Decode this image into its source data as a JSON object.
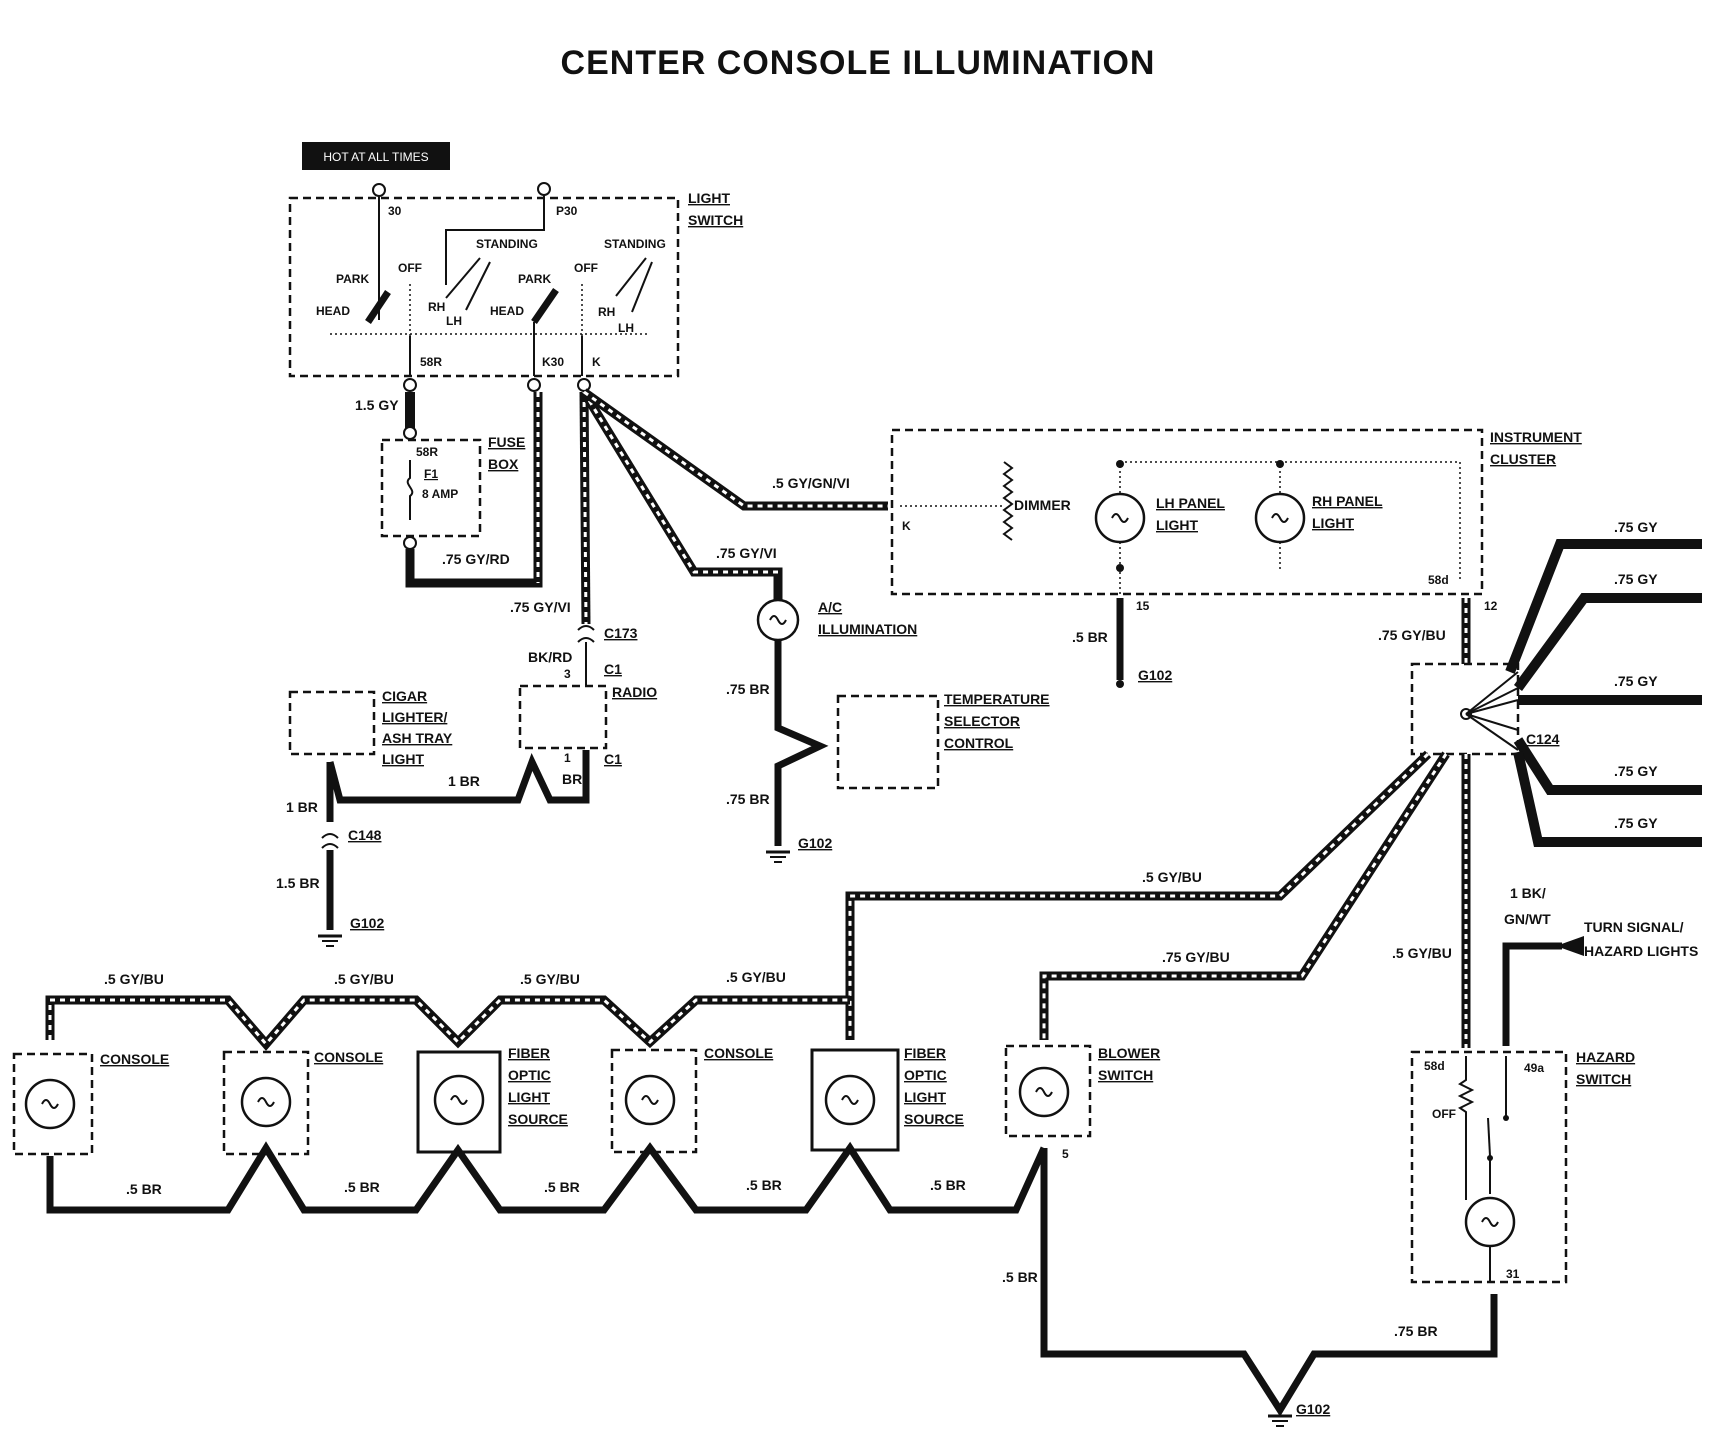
{
  "title": "CENTER CONSOLE ILLUMINATION",
  "hot_label": "HOT AT ALL TIMES",
  "light_switch": {
    "name_line1": "LIGHT",
    "name_line2": "SWITCH",
    "pin_30": "30",
    "pin_p30": "P30",
    "park": "PARK",
    "off": "OFF",
    "head": "HEAD",
    "standing": "STANDING",
    "rh": "RH",
    "lh": "LH",
    "pin_58r": "58R",
    "pin_k30": "K30",
    "pin_k": "K"
  },
  "fuse_box": {
    "name_line1": "FUSE",
    "name_line2": "BOX",
    "pin": "58R",
    "fuse": "F1",
    "rating": "8 AMP"
  },
  "instrument_cluster": {
    "name_line1": "INSTRUMENT",
    "name_line2": "CLUSTER",
    "dimmer": "DIMMER",
    "lh_line1": "LH PANEL",
    "lh_line2": "LIGHT",
    "rh_line1": "RH PANEL",
    "rh_line2": "LIGHT",
    "pin_k": "K",
    "pin_58d": "58d",
    "pin_15": "15",
    "pin_12": "12"
  },
  "components": {
    "ac_line1": "A/C",
    "ac_line2": "ILLUMINATION",
    "temp_line1": "TEMPERATURE",
    "temp_line2": "SELECTOR",
    "temp_line3": "CONTROL",
    "cigar_line1": "CIGAR",
    "cigar_line2": "LIGHTER/",
    "cigar_line3": "ASH TRAY",
    "cigar_line4": "LIGHT",
    "radio": "RADIO",
    "console": "CONSOLE",
    "fiber_line1": "FIBER",
    "fiber_line2": "OPTIC",
    "fiber_line3": "LIGHT",
    "fiber_line4": "SOURCE",
    "blower_line1": "BLOWER",
    "blower_line2": "SWITCH",
    "hazard_line1": "HAZARD",
    "hazard_line2": "SWITCH",
    "turn_line1": "TURN SIGNAL/",
    "turn_line2": "HAZARD LIGHTS",
    "hazard_58d": "58d",
    "hazard_49a": "49a",
    "hazard_off": "OFF",
    "hazard_31": "31",
    "pin_5": "5"
  },
  "connectors": {
    "c173": "C173",
    "c1": "C1",
    "c148": "C148",
    "c124": "C124",
    "g102": "G102",
    "pin_1": "1",
    "pin_3": "3"
  },
  "wires": {
    "gy_1_5": "1.5 GY",
    "gy_rd": ".75 GY/RD",
    "gy_vi_75": ".75 GY/VI",
    "gy_gn_vi": ".5 GY/GN/VI",
    "gy_bu_75": ".75 GY/BU",
    "gy_bu_5": ".5 GY/BU",
    "gy_75": ".75 GY",
    "bk_rd": "BK/RD",
    "br_1": "1 BR",
    "br": "BR",
    "br_1_5": "1.5 BR",
    "br_75": ".75 BR",
    "br_5": ".5 BR",
    "bk_1": "1 BK/",
    "gn_wt": "GN/WT"
  }
}
